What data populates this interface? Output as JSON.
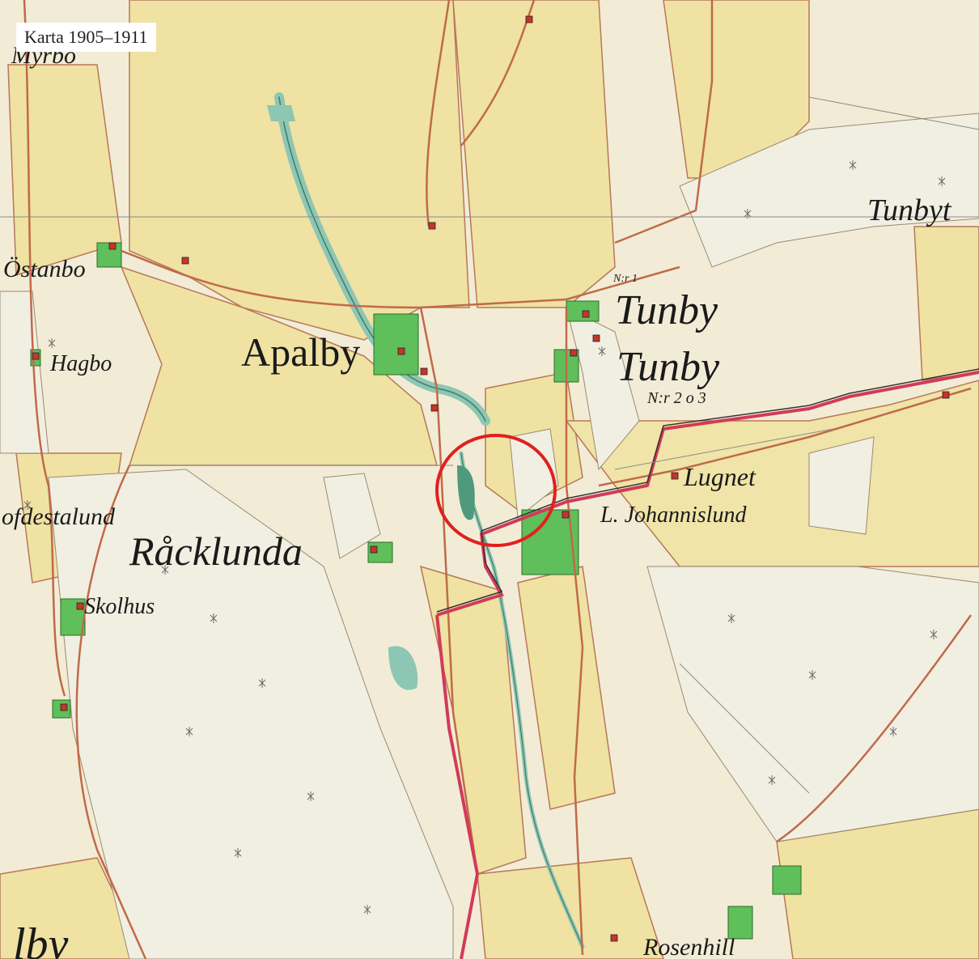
{
  "caption": "Karta 1905–1911",
  "labels": {
    "myrbo": "Myrbo",
    "ostanbo": "Östanbo",
    "hagbo": "Hagbo",
    "apalby": "Apalby",
    "tunby_1": "Tunby",
    "tunby_2": "Tunby",
    "nr1": "N:r 1",
    "nr23": "N:r 2 o 3",
    "tunbytorp": "Tunbyt",
    "lugnet": "Lugnet",
    "johannislund": "L. Johannislund",
    "hofdestalund": "ofdestalund",
    "racklunda": "Råcklunda",
    "skolhus": "Skolhus",
    "rosenhill": "Rosenhill",
    "lby": "lby"
  },
  "colors": {
    "paper": "#f4ecd0",
    "field": "#efe3a6",
    "forest": "#f1efe0",
    "water": "#8ec6b4",
    "garden": "#5fbf5a",
    "parish_border": "#d23a5a",
    "road": "#c06a4a",
    "marker": "#e02020"
  }
}
